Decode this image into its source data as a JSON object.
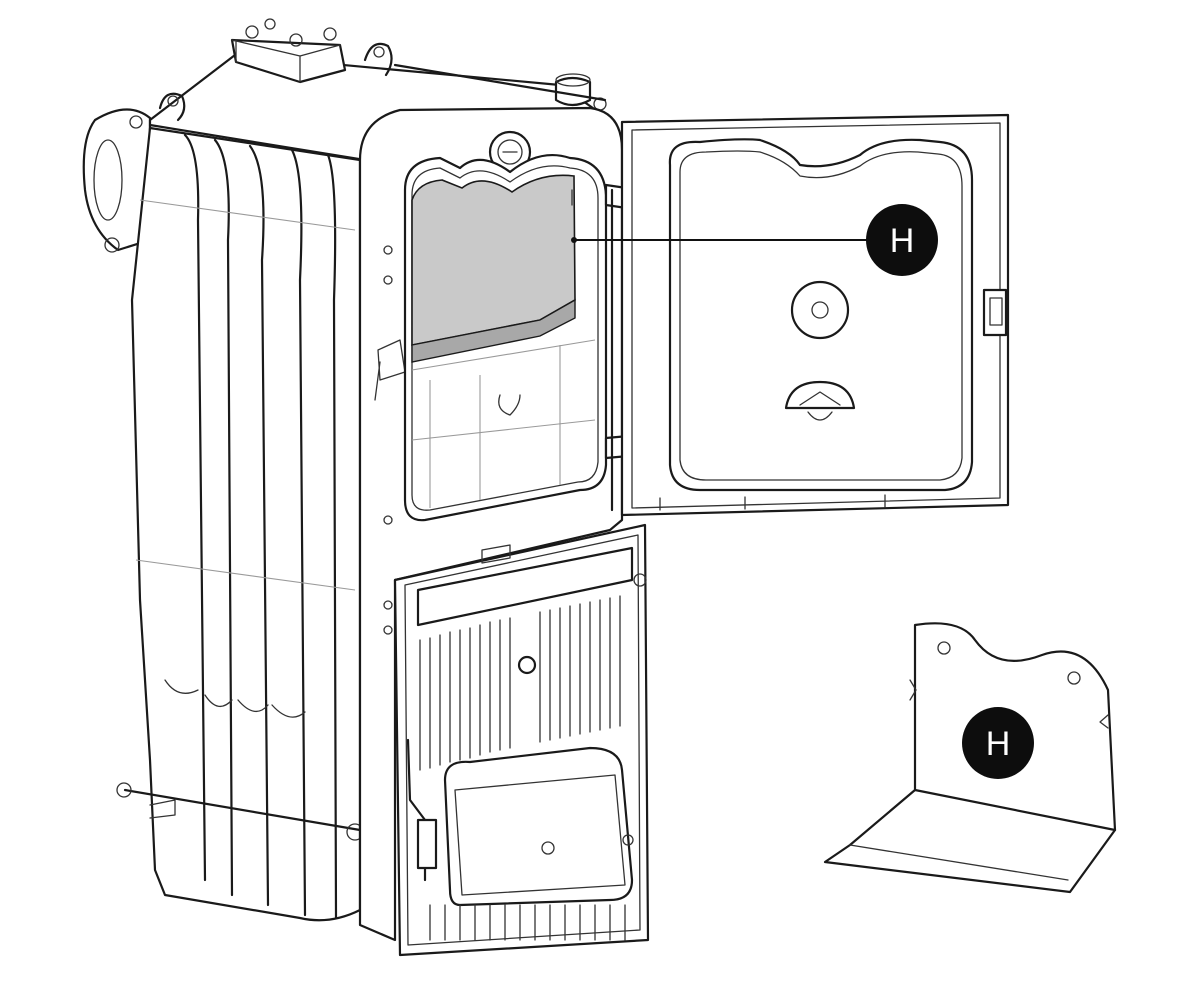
{
  "callouts": [
    {
      "id": "door-baffle",
      "label": "H"
    },
    {
      "id": "loose-part",
      "label": "H"
    }
  ],
  "colors": {
    "line": "#1a1a1a",
    "callout_fill": "#0d0d0d",
    "baffle_fill": "#c9c9c9",
    "background": "#ffffff"
  }
}
